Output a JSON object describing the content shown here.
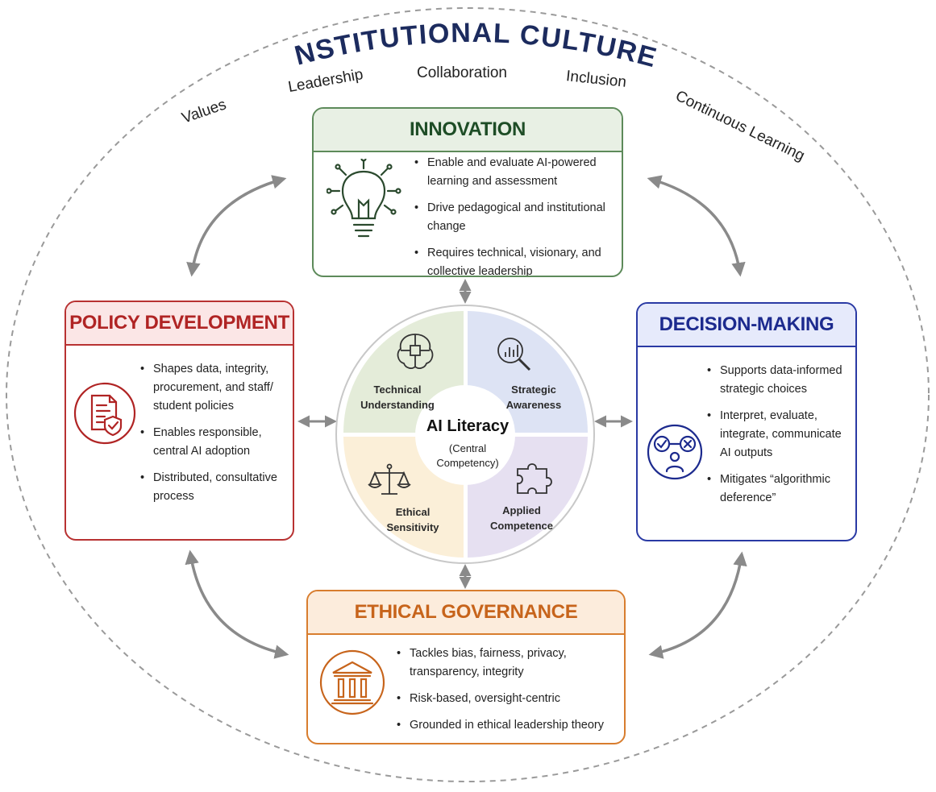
{
  "culture": {
    "title": "INSTITUTIONAL CULTURE",
    "values": [
      "Values",
      "Leadership",
      "Collaboration",
      "Inclusion",
      "Continuous Learning"
    ]
  },
  "innovation": {
    "title": "INNOVATION",
    "icon": "lightbulb-icon",
    "bullets": [
      "Enable and evaluate AI-powered learning and assessment",
      "Drive pedagogical and institutional change",
      "Requires technical, visionary, and collective leadership"
    ]
  },
  "policy": {
    "title": "POLICY DEVELOPMENT",
    "icon": "policy-document-shield-icon",
    "bullets": [
      "Shapes data, integrity, procurement, and staff/ student policies",
      "Enables responsible, central AI adoption",
      "Distributed, consultative process"
    ]
  },
  "decision": {
    "title": "DECISION-MAKING",
    "icon": "person-check-cross-icon",
    "bullets": [
      "Supports data-informed strategic choices",
      "Interpret, evaluate, integrate, communicate AI outputs",
      "Mitigates “algorithmic deference”"
    ]
  },
  "ethics": {
    "title": "ETHICAL GOVERNANCE",
    "icon": "institution-building-icon",
    "bullets": [
      "Tackles bias, fairness, privacy, transparency, integrity",
      "Risk-based, oversight-centric",
      "Grounded in ethical leadership theory"
    ]
  },
  "center": {
    "title": "AI Literacy",
    "subtitle": "(Central Competency)",
    "quadrants": {
      "technical": "Technical Understanding",
      "strategic": "Strategic Awareness",
      "ethical": "Ethical Sensitivity",
      "applied": "Applied Competence"
    }
  },
  "colors": {
    "innovation": "#5d8a5a",
    "policy": "#b83232",
    "decision": "#2a3aa4",
    "ethics": "#d87d2e",
    "arrow": "#8a8a8a",
    "culture_title": "#1c2b5e"
  }
}
